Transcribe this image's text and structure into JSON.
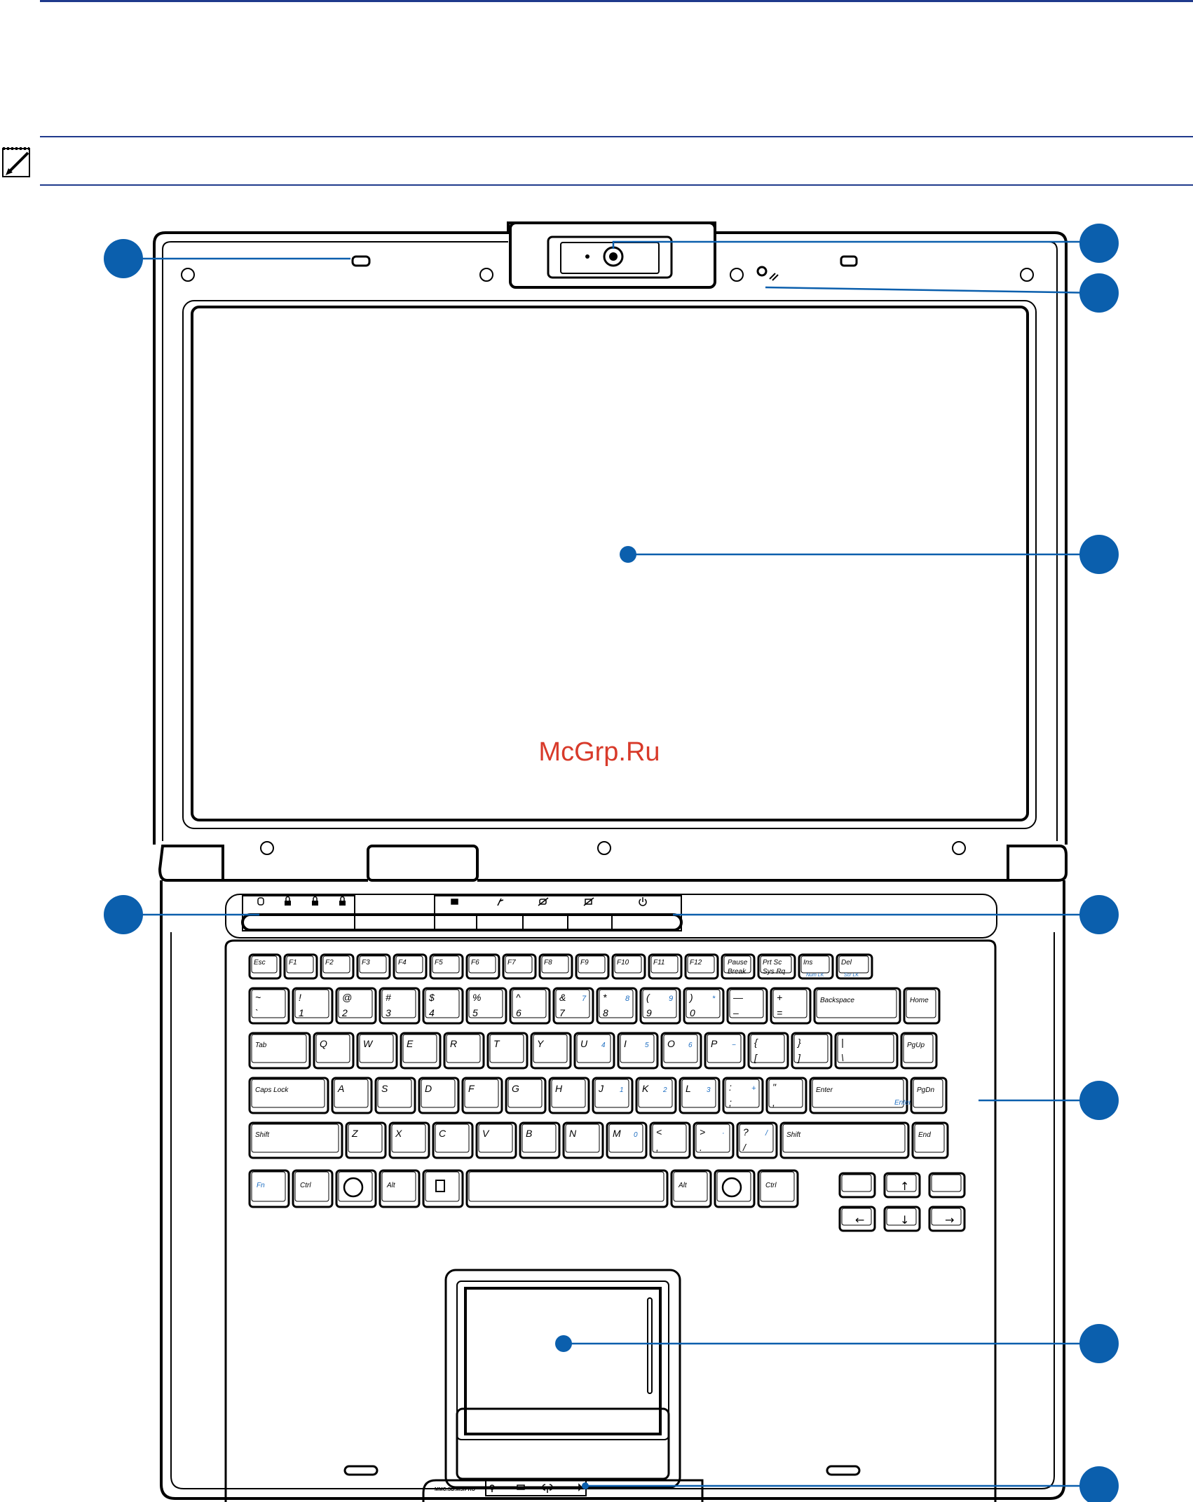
{
  "watermark": "McGrp.Ru",
  "colors": {
    "rule": "#1f3a8c",
    "callout": "#0b5fad",
    "line": "#000000",
    "blue_key_label": "#1f6fc2",
    "watermark": "#d83a2a"
  },
  "note_icon": "notepad-pencil-icon",
  "keyboard": {
    "rows": [
      [
        "Esc",
        "F1",
        "F2",
        "F3",
        "F4",
        "F5",
        "F6",
        "F7",
        "F8",
        "F9",
        "F10",
        "F11",
        "F12",
        "Pause Break",
        "Prt Sc Sys Rq",
        "Ins",
        "Del"
      ],
      [
        "~ `",
        "! 1",
        "@ 2",
        "# 3",
        "$ 4",
        "% 5",
        "^ 6",
        "& 7",
        "* 8",
        "( 9",
        ") 0",
        "— –",
        "+ =",
        "Backspace",
        "Home"
      ],
      [
        "Tab",
        "Q",
        "W",
        "E",
        "R",
        "T",
        "Y",
        "U",
        "I",
        "O",
        "P",
        "{ [",
        "} ]",
        "| \\",
        "PgUp"
      ],
      [
        "Caps Lock",
        "A",
        "S",
        "D",
        "F",
        "G",
        "H",
        "J",
        "K",
        "L",
        ": ;",
        "\" ,",
        "Enter",
        "PgDn"
      ],
      [
        "Shift",
        "Z",
        "X",
        "C",
        "V",
        "B",
        "N",
        "M",
        "< ,",
        "> .",
        "? /",
        "Shift",
        "End"
      ],
      [
        "Fn",
        "Ctrl",
        "Alt",
        "Alt",
        "Ctrl"
      ]
    ],
    "numpad_overlay": {
      "7": "7",
      "8": "8",
      "9": "9",
      "0": "*",
      "U": "4",
      "I": "5",
      "O": "6",
      "P": "−",
      "J": "1",
      "K": "2",
      "L": "3",
      ";": "+",
      "M": "0",
      ".": "·",
      "/": "/",
      "Enter": "Enter"
    },
    "sub_labels": {
      "Ins": "Num LK",
      "Del": "Scr LK"
    }
  },
  "ports": {
    "card_reader": "MMC.SD.MS/PRO"
  }
}
